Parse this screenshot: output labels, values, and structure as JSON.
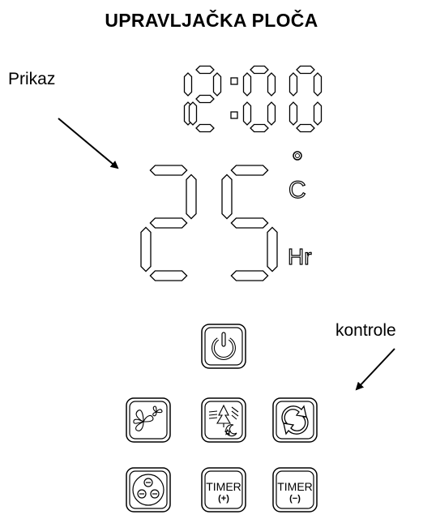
{
  "title": "UPRAVLJAČKA PLOČA",
  "labels": {
    "display": "Prikaz",
    "controls": "kontrole"
  },
  "display": {
    "clock": "12:00",
    "temperature": "25",
    "unit_c": "C",
    "unit_hr": "Hr"
  },
  "buttons": {
    "timer_plus": {
      "line1": "TIMER",
      "line2": "(+)"
    },
    "timer_minus": {
      "line1": "TIMER",
      "line2": "(−)"
    }
  },
  "icons": [
    "power-icon",
    "fan-speed-icon",
    "mode-icon",
    "swing-icon",
    "sleep-icon"
  ]
}
